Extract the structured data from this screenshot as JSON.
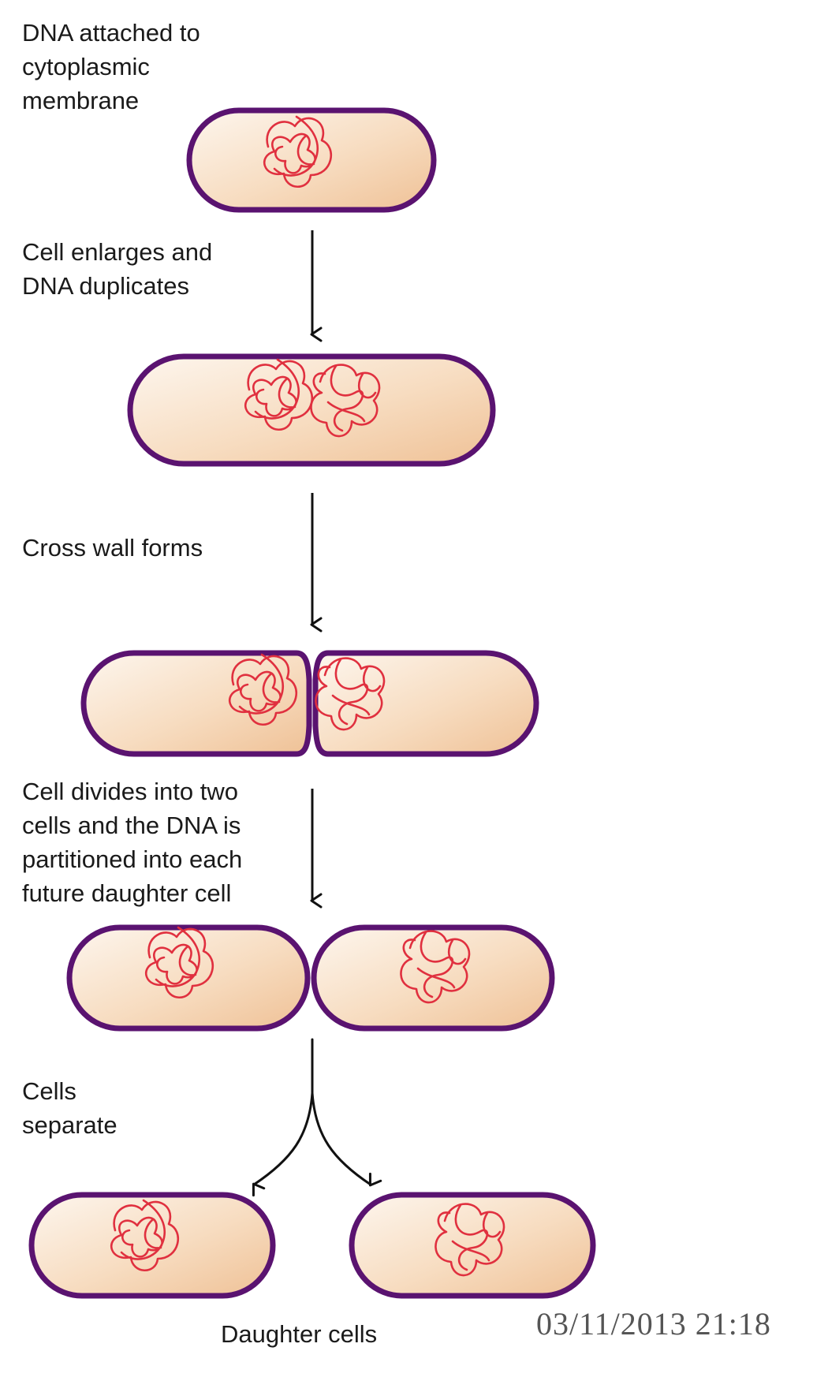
{
  "labels": {
    "step1": "DNA attached to\ncytoplasmic\nmembrane",
    "step2": "Cell enlarges and\nDNA duplicates",
    "step3": "Cross wall forms",
    "step4": "Cell divides into two\ncells and the DNA is\npartitioned into each\nfuture daughter cell",
    "step5": "Cells\nseparate",
    "caption": "Daughter cells"
  },
  "timestamp": "03/11/2013 21:18",
  "colors": {
    "membrane": "#5a1370",
    "cytoplasm_light": "#fdf4ea",
    "cytoplasm_dark": "#efc196",
    "dna": "#e0303f",
    "arrow": "#111111"
  }
}
